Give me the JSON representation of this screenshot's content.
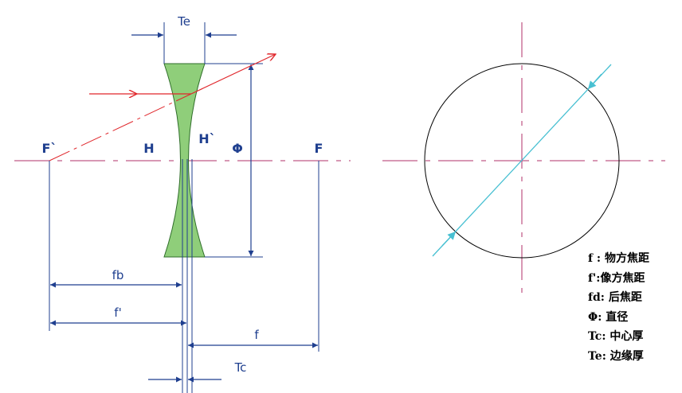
{
  "diagram": {
    "labels": {
      "Te": "Te",
      "Tc": "Tc",
      "fb": "fb",
      "f_prime": "f'",
      "f": "f",
      "F_prime": "F`",
      "H": "H",
      "H_prime": "H`",
      "Phi": "Φ",
      "F": "F"
    },
    "colors": {
      "lens_fill": "#8fce7a",
      "lens_outline": "#2f6e2a",
      "dimension": "#1f3f8f",
      "ray": "#e0262b",
      "axis": "#b0306a",
      "diameter": "#48c0d2",
      "circle": "#000000"
    }
  },
  "legend": [
    {
      "symbol": "f :",
      "text": "物方焦距"
    },
    {
      "symbol": "f': ",
      "text": "像方焦距"
    },
    {
      "symbol": "fd:",
      "text": "后焦距"
    },
    {
      "symbol": "Φ:",
      "text": "直径"
    },
    {
      "symbol": "Tc:",
      "text": "中心厚"
    },
    {
      "symbol": "Te:",
      "text": "边缘厚"
    }
  ]
}
